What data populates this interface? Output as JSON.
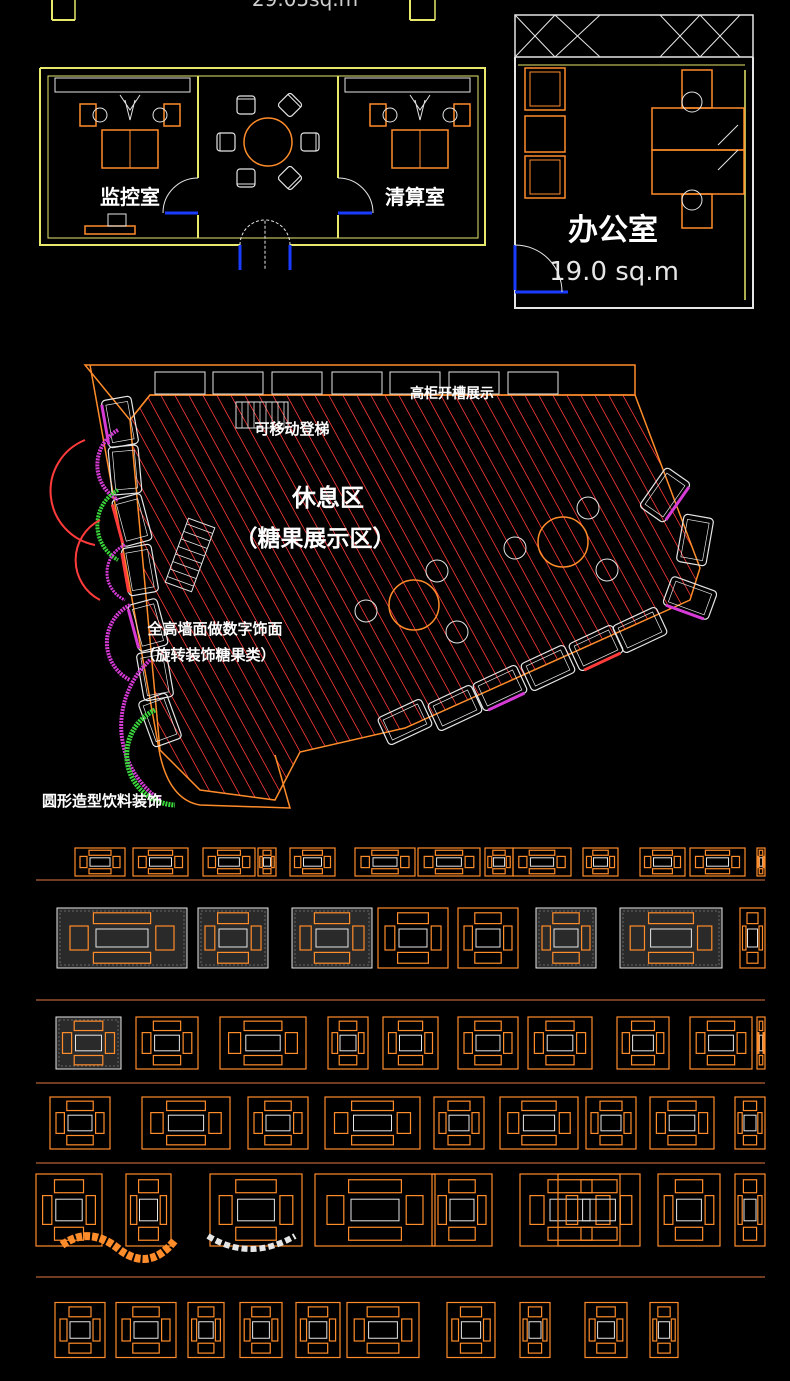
{
  "labels": {
    "top_area": "29.05sq.m",
    "monitor_room": "监控室",
    "settlement_room": "清算室",
    "office": "办公室",
    "office_area": "19.0 sq.m",
    "tall_cabinet": "高柜开槽展示",
    "movable_ladder": "可移动登梯",
    "lounge": "休息区",
    "candy_display": "（糖果展示区）",
    "wall_note_1": "全高墙面做数字饰面",
    "wall_note_2": "（旋转装饰糖果类）",
    "drink_decor": "圆形造型饮料装饰"
  },
  "colors": {
    "background": "#000000",
    "wall_yellow": "#e8e86a",
    "line_white": "#e6e6e6",
    "furniture_orange": "#ff8c2a",
    "hatch_red": "#ff3b3b",
    "door_blue": "#1a3cff",
    "accent_magenta": "#d63bd6",
    "accent_green": "#3bd63b",
    "divider_orange": "#e07a40"
  },
  "icons": [
    "chair-icon",
    "round-table-icon",
    "desk-icon",
    "sofa-set-icon",
    "stair-icon",
    "door-swing-icon"
  ]
}
